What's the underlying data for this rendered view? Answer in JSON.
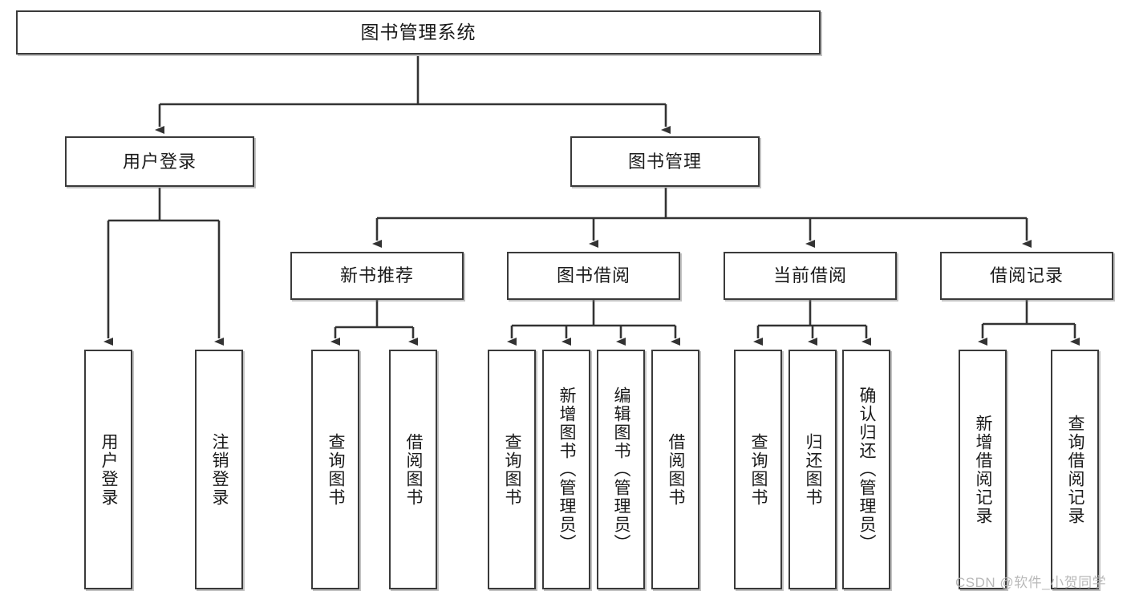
{
  "diagram": {
    "type": "tree",
    "title": "图书管理系统",
    "watermark": "CSDN @软件_小贺同学",
    "colors": {
      "box_border": "#3a3a3a",
      "box_fill": "#ffffff",
      "edge": "#333333",
      "watermark": "#b9b9b9"
    },
    "nodes": {
      "root": {
        "label": "图书管理系统"
      },
      "level2": [
        {
          "id": "user-login",
          "label": "用户登录"
        },
        {
          "id": "book-manage",
          "label": "图书管理"
        }
      ],
      "level3": [
        {
          "id": "new-book-recommend",
          "label": "新书推荐"
        },
        {
          "id": "book-borrow",
          "label": "图书借阅"
        },
        {
          "id": "current-borrow",
          "label": "当前借阅"
        },
        {
          "id": "borrow-record",
          "label": "借阅记录"
        }
      ],
      "leaves": {
        "user_login": [
          {
            "id": "leaf-user-login",
            "label": "用户登录"
          },
          {
            "id": "leaf-logout-login",
            "label": "注销登录"
          }
        ],
        "new_book_recommend": [
          {
            "id": "leaf-query-book-1",
            "label": "查询图书"
          },
          {
            "id": "leaf-borrow-book-1",
            "label": "借阅图书"
          }
        ],
        "book_borrow": [
          {
            "id": "leaf-query-book-2",
            "label": "查询图书"
          },
          {
            "id": "leaf-add-book",
            "label": "新增图书（管理员）"
          },
          {
            "id": "leaf-edit-book",
            "label": "编辑图书（管理员）"
          },
          {
            "id": "leaf-borrow-book-2",
            "label": "借阅图书"
          }
        ],
        "current_borrow": [
          {
            "id": "leaf-query-book-3",
            "label": "查询图书"
          },
          {
            "id": "leaf-return-book",
            "label": "归还图书"
          },
          {
            "id": "leaf-confirm-return",
            "label": "确认归还（管理员）"
          }
        ],
        "borrow_record": [
          {
            "id": "leaf-add-record",
            "label": "新增借阅记录"
          },
          {
            "id": "leaf-query-record",
            "label": "查询借阅记录"
          }
        ]
      }
    }
  }
}
